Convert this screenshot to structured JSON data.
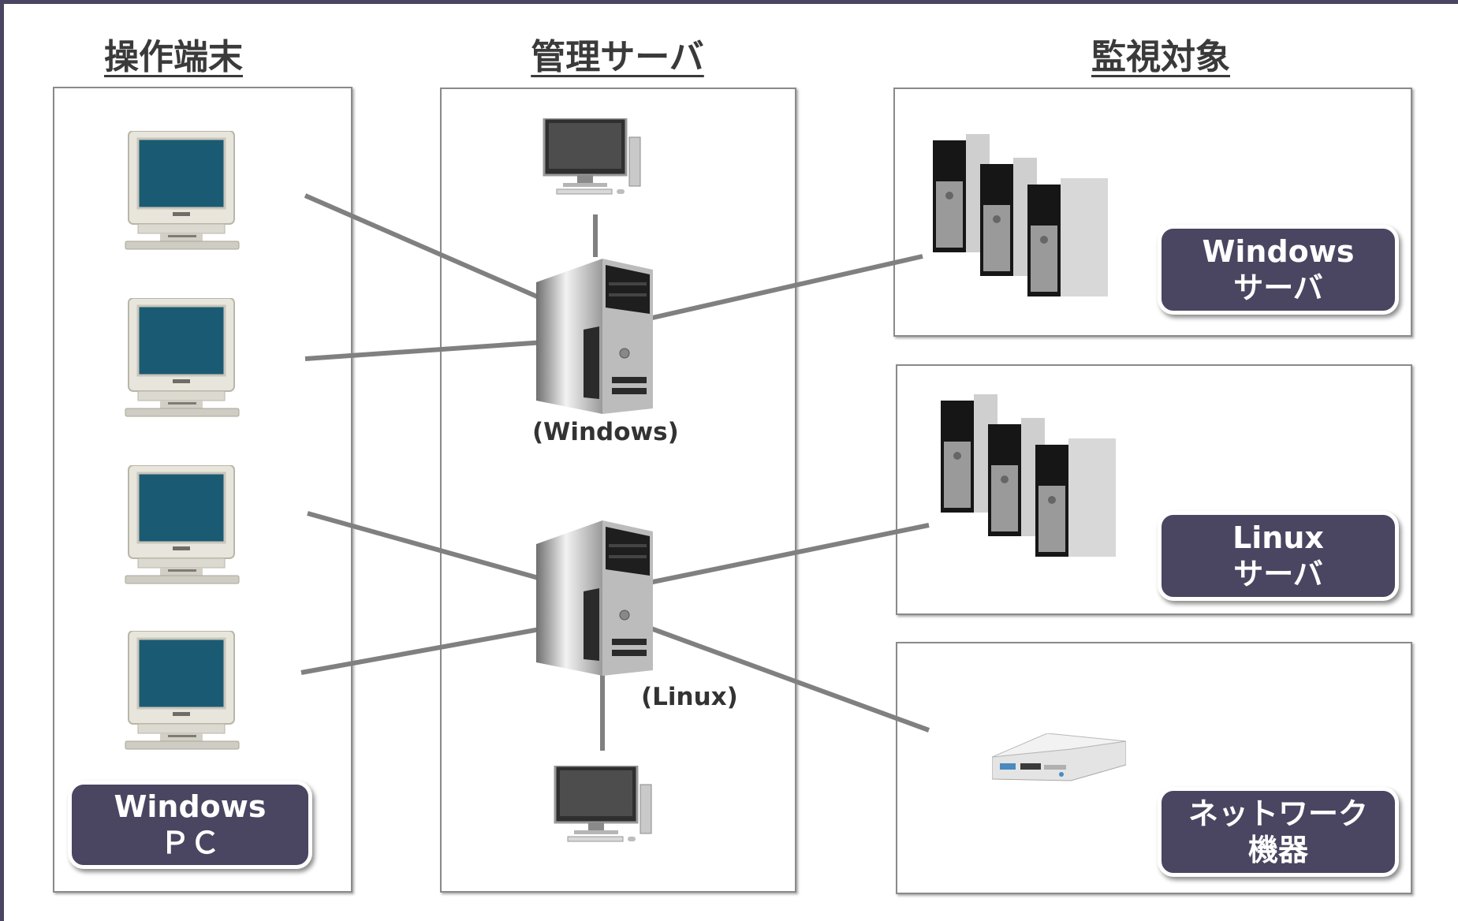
{
  "headings": {
    "terminals": "操作端末",
    "management": "管理サーバ",
    "monitored": "監視対象"
  },
  "labels": {
    "windows_server": "(Windows)",
    "linux_server": "(Linux)"
  },
  "badges": {
    "terminal": [
      "Windows",
      "ＰＣ"
    ],
    "windows_targets": [
      "Windows",
      "サーバ"
    ],
    "linux_targets": [
      "Linux",
      "サーバ"
    ],
    "network_targets": [
      "ネットワーク",
      "機器"
    ]
  },
  "icons": {
    "pc": "pc-monitor-icon",
    "console": "flat-monitor-icon",
    "server": "tower-server-icon",
    "server_group": "server-group-icon",
    "network": "rack-network-device-icon"
  },
  "colors": {
    "badge_fill": "#4a4560",
    "frame": "#4a4560",
    "connector": "#808080",
    "pc_screen": "#1b5a73"
  }
}
